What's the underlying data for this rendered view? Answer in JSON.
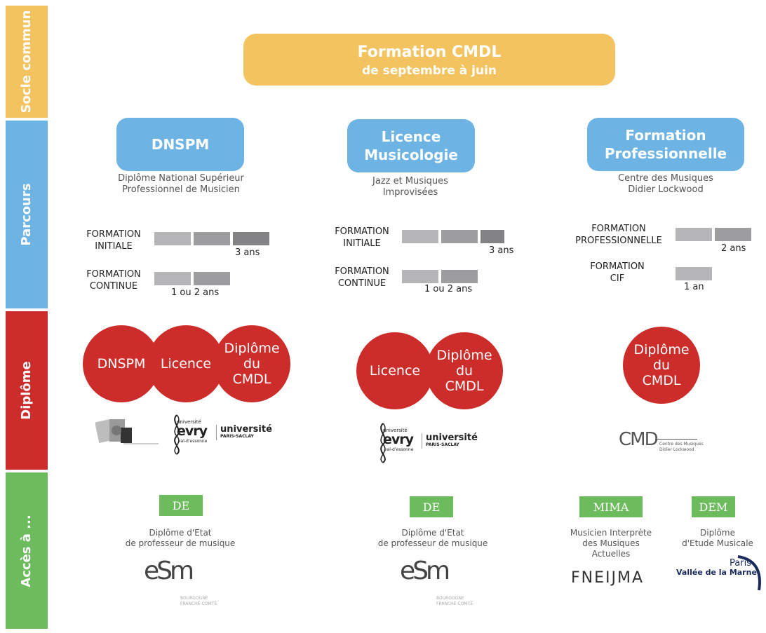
{
  "bands": {
    "socle": "Socle commun",
    "parcours": "Parcours",
    "diplome": "Diplôme",
    "acces": "Accès à ..."
  },
  "header": {
    "title": "Formation CMDL",
    "subtitle": "de septembre à juin"
  },
  "colors": {
    "yellow": "#f2c35e",
    "blue": "#6db3e3",
    "red": "#cd2d2a",
    "green": "#6cbc5e"
  },
  "parcours": [
    {
      "title": "DNSPM",
      "desc_line1": "Diplôme National Supérieur",
      "desc_line2": "Professionnel de Musicien",
      "rows": [
        {
          "label_l1": "FORMATION",
          "label_l2": "INITIALE",
          "duration": "3 ans",
          "segments": 3
        },
        {
          "label_l1": "FORMATION",
          "label_l2": "CONTINUE",
          "duration": "1 ou 2 ans",
          "segments": 2
        }
      ]
    },
    {
      "title_l1": "Licence",
      "title_l2": "Musicologie",
      "desc_line1": "Jazz et Musiques",
      "desc_line2": "Improvisées",
      "rows": [
        {
          "label_l1": "FORMATION",
          "label_l2": "INITIALE",
          "duration": "3 ans",
          "segments": 3
        },
        {
          "label_l1": "FORMATION",
          "label_l2": "CONTINUE",
          "duration": "1 ou 2 ans",
          "segments": 2
        }
      ]
    },
    {
      "title_l1": "Formation",
      "title_l2": "Professionnelle",
      "desc_line1": "Centre des Musiques",
      "desc_line2": "Didier Lockwood",
      "rows": [
        {
          "label_l1": "FORMATION",
          "label_l2": "PROFESSIONNELLE",
          "duration": "2 ans",
          "segments": 2
        },
        {
          "label_l1": "FORMATION",
          "label_l2": "CIF",
          "duration": "1 an",
          "segments": 1
        }
      ]
    }
  ],
  "diplomas": {
    "col1": [
      "DNSPM",
      "Licence",
      "Diplôme du CMDL"
    ],
    "col2": [
      "Licence",
      "Diplôme du CMDL"
    ],
    "col3": [
      "Diplôme du CMDL"
    ]
  },
  "logos": {
    "evry_small": "université",
    "evry_big": "evry",
    "evry_sub": "val-d'essonne",
    "saclay_top": "université",
    "saclay_bottom": "PARIS-SACLAY",
    "cmdl_mark": "CMD",
    "cmdl_l1": "Centre des Musiques",
    "cmdl_l2": "Didier Lockwood",
    "esm_mark": "eSm",
    "esm_l1": "BOURGOGNE",
    "esm_l2": "FRANCHE-COMTÉ",
    "fneijma": "FNEIJMA",
    "paris": "Paris",
    "vallee": "Vallée de la Marne"
  },
  "acces": [
    {
      "badge": "DE",
      "l1": "Diplôme d'Etat",
      "l2": "de professeur de musique"
    },
    {
      "badge": "DE",
      "l1": "Diplôme d'Etat",
      "l2": "de professeur de musique"
    },
    {
      "badge": "MIMA",
      "l1": "Musicien Interprète",
      "l2": "des Musiques",
      "l3": "Actuelles"
    },
    {
      "badge": "DEM",
      "l1": "Diplôme",
      "l2": "d'Etude Musicale"
    }
  ]
}
